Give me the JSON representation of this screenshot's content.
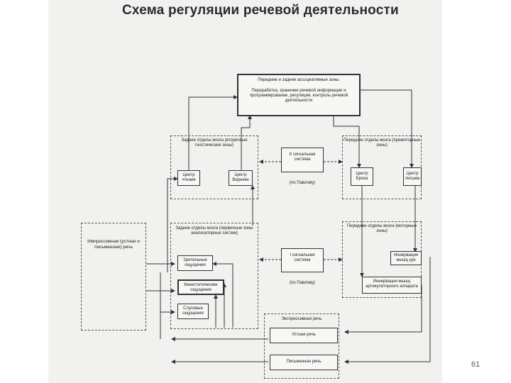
{
  "title": "Схема регуляции речевой деятельности",
  "page_number": "61",
  "top_box": {
    "line1": "Передние и задние ассоциативные зоны.",
    "line2": "Переработка, хранение речевой информации и программирование, регуляция, контроль речевой деятельности"
  },
  "rear_upper": {
    "title": "Задние отделы мозга (вторичные гностические зоны)",
    "left_box": "Центр чтения",
    "right_box": "Центр Вернике"
  },
  "front_upper": {
    "title": "Передние отделы мозга (премоторные зоны)",
    "left_box": "Центр Брока",
    "right_box": "Центр письма"
  },
  "signal2": {
    "label": "II сигнальная система",
    "note": "(по Павлову)"
  },
  "signal1": {
    "label": "I сигнальная система",
    "note": "(по Павлову)"
  },
  "impressive": "Импрессивная (устная и письменная) речь",
  "rear_lower": {
    "title": "Задние отделы мозга (первичные зоны анализаторных систем)",
    "visual": "Зрительные ощущения",
    "kinesthetic": "Кинестетические ощущения",
    "auditory": "Слуховые ощущения"
  },
  "front_lower": {
    "title": "Передние отделы мозга (моторные зоны)",
    "innervation_hand": "Иннервация мышц рук",
    "innervation_artic": "Иннервация мышц артикуляторного аппарата"
  },
  "expressive": {
    "title": "Экспрессивная речь",
    "oral": "Устная речь",
    "written": "Письменная речь"
  }
}
